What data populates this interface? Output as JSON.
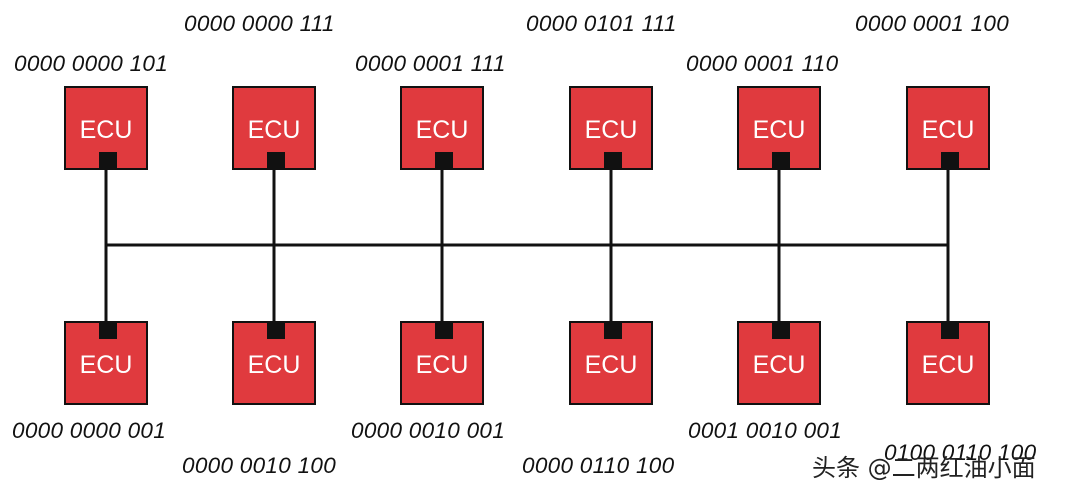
{
  "ecu_label": "ECU",
  "top_ecus": [
    {
      "label": "ECU",
      "address": "0000 0000 101"
    },
    {
      "label": "ECU",
      "address": "0000 0000 111"
    },
    {
      "label": "ECU",
      "address": "0000 0001 111"
    },
    {
      "label": "ECU",
      "address": "0000 0101 111"
    },
    {
      "label": "ECU",
      "address": "0000 0001 110"
    },
    {
      "label": "ECU",
      "address": "0000 0001 100"
    }
  ],
  "bottom_ecus": [
    {
      "label": "ECU",
      "address": "0000 0000 001"
    },
    {
      "label": "ECU",
      "address": "0000 0010 100"
    },
    {
      "label": "ECU",
      "address": "0000 0010 001"
    },
    {
      "label": "ECU",
      "address": "0000 0110 100"
    },
    {
      "label": "ECU",
      "address": "0001 0010 001"
    },
    {
      "label": "ECU",
      "address": "0100 0110 100"
    }
  ],
  "watermark": "头条 @二两红油小面",
  "colors": {
    "ecu_fill": "#e03a3e",
    "ecu_text": "#ffffff",
    "wire": "#111111",
    "text": "#111111"
  }
}
